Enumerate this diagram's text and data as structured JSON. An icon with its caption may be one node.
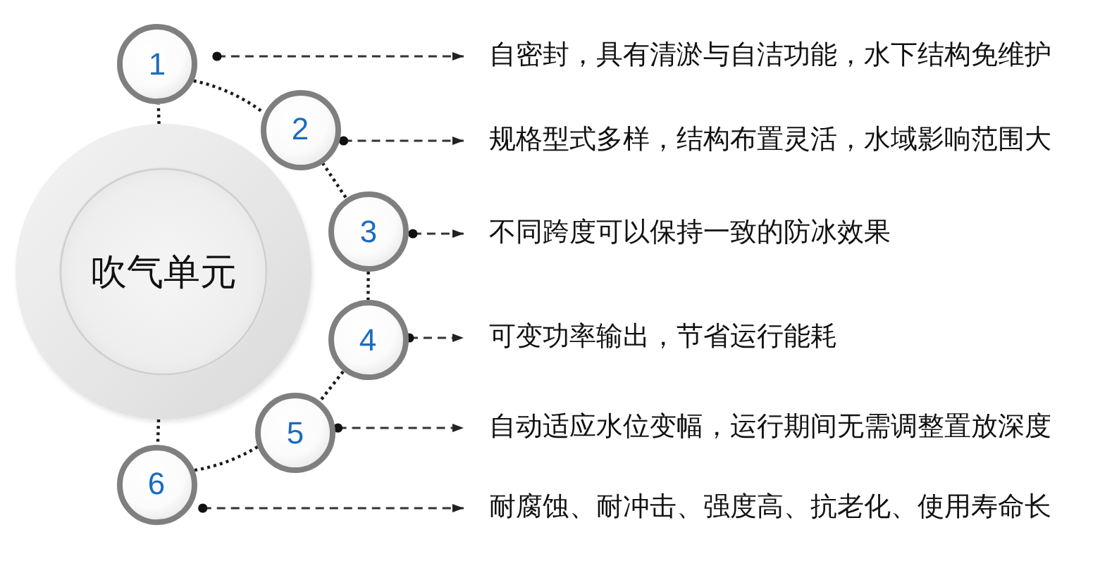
{
  "diagram": {
    "nodes": [
      {
        "text": [
          "吹气单元"
        ]
      },
      {
        "text": [
          "1"
        ]
      },
      {
        "text": [
          "2"
        ]
      },
      {
        "text": [
          "3"
        ]
      },
      {
        "text": [
          "4"
        ]
      },
      {
        "text": [
          "5"
        ]
      },
      {
        "text": [
          "6"
        ]
      },
      {
        "text": [
          "自密封，具有清淤与自洁功能，水下结构免维护"
        ]
      },
      {
        "text": [
          "规格型式多样，结构布置灵活，水域影响范围大"
        ]
      },
      {
        "text": [
          "不同跨度可以保持一致的防冰效果"
        ]
      },
      {
        "text": [
          "可变功率输出，节省运行能耗"
        ]
      },
      {
        "text": [
          "自动适应水位变幅，运行期间无需调整置放深度"
        ]
      },
      {
        "text": [
          "耐腐蚀、耐冲击、强度高、抗老化、使用寿命长"
        ]
      }
    ],
    "edges": [
      {
        "from": 0,
        "to": 1,
        "arrow": "none"
      },
      {
        "from": 1,
        "to": 2,
        "arrow": "none"
      },
      {
        "from": 2,
        "to": 3,
        "arrow": "none"
      },
      {
        "from": 3,
        "to": 4,
        "arrow": "none"
      },
      {
        "from": 4,
        "to": 5,
        "arrow": "none"
      },
      {
        "from": 5,
        "to": 6,
        "arrow": "none"
      },
      {
        "from": 0,
        "to": 6,
        "arrow": "none"
      },
      {
        "from": 1,
        "to": 7,
        "arrow": "to",
        "style": "dashed"
      },
      {
        "from": 2,
        "to": 8,
        "arrow": "to",
        "style": "dashed"
      },
      {
        "from": 3,
        "to": 9,
        "arrow": "to",
        "style": "dashed"
      },
      {
        "from": 4,
        "to": 10,
        "arrow": "to",
        "style": "dashed"
      },
      {
        "from": 5,
        "to": 11,
        "arrow": "to",
        "style": "dashed"
      },
      {
        "from": 6,
        "to": 12,
        "arrow": "to",
        "style": "dashed"
      }
    ]
  }
}
